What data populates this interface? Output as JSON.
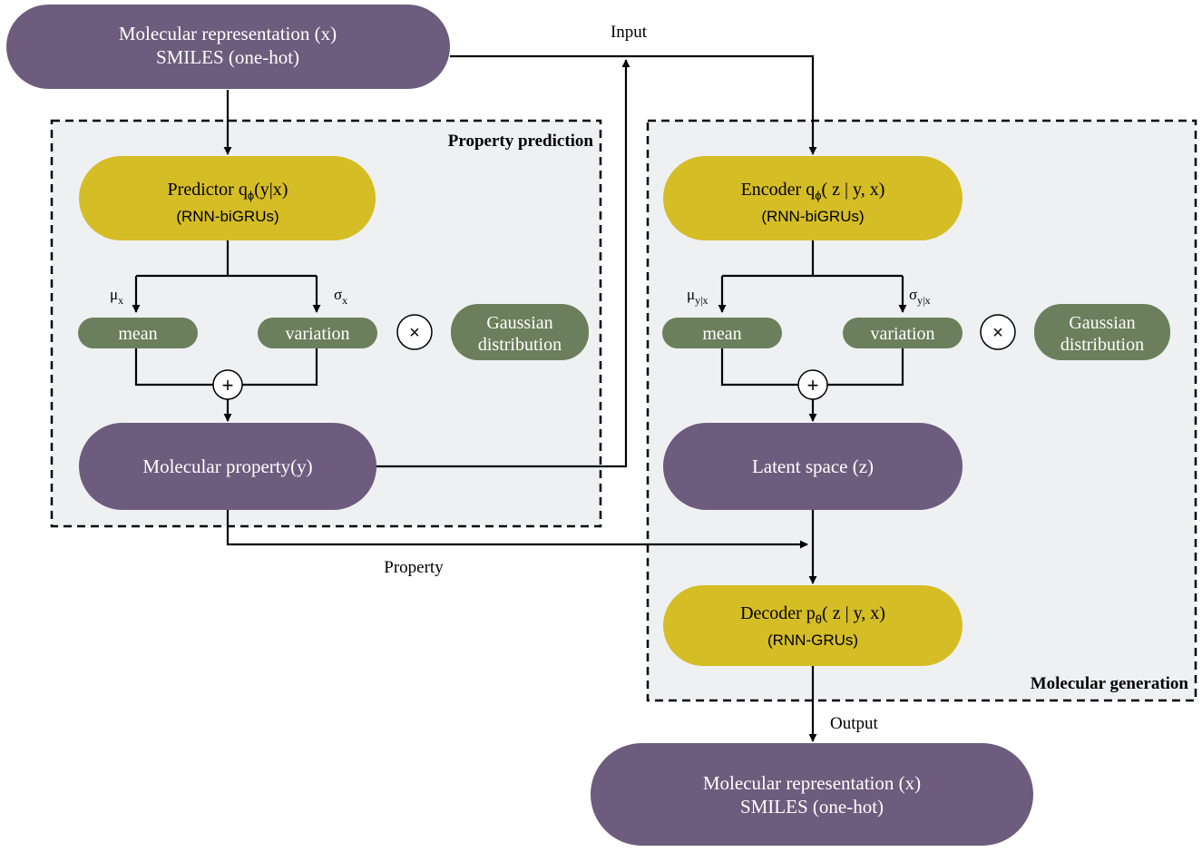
{
  "colors": {
    "purple": "#6d5c7d",
    "yellow": "#d5bd26",
    "green": "#6b7f5c",
    "panel": "#eff0f2",
    "line": "#000000"
  },
  "top_input": {
    "line1": "Molecular representation (x)",
    "line2": "SMILES (one-hot)"
  },
  "labels": {
    "input": "Input",
    "property": "Property",
    "output": "Output"
  },
  "property_panel": {
    "title": "Property prediction",
    "predictor": {
      "name": "Predictor q",
      "sub": "ϕ",
      "args": "(y|x)",
      "arch": "(RNN-biGRUs)"
    },
    "mu": "μ",
    "mu_sub": "x",
    "sigma": "σ",
    "sigma_sub": "x",
    "mean": "mean",
    "variation": "variation",
    "times": "×",
    "plus": "+",
    "gaussian_line1": "Gaussian",
    "gaussian_line2": "distribution",
    "property_node": "Molecular property(y)"
  },
  "generation_panel": {
    "title": "Molecular generation",
    "encoder": {
      "name": "Encoder q",
      "sub": "ϕ",
      "args": "( z | y, x)",
      "arch": "(RNN-biGRUs)"
    },
    "mu": "μ",
    "mu_sub": "y|x",
    "sigma": "σ",
    "sigma_sub": "y|x",
    "mean": "mean",
    "variation": "variation",
    "times": "×",
    "plus": "+",
    "gaussian_line1": "Gaussian",
    "gaussian_line2": "distribution",
    "latent": "Latent space (z)",
    "decoder": {
      "name": "Decoder p",
      "sub": "θ",
      "args": "( z | y, x)",
      "arch": "(RNN-GRUs)"
    }
  },
  "bottom_output": {
    "line1": "Molecular representation (x)",
    "line2": "SMILES (one-hot)"
  }
}
